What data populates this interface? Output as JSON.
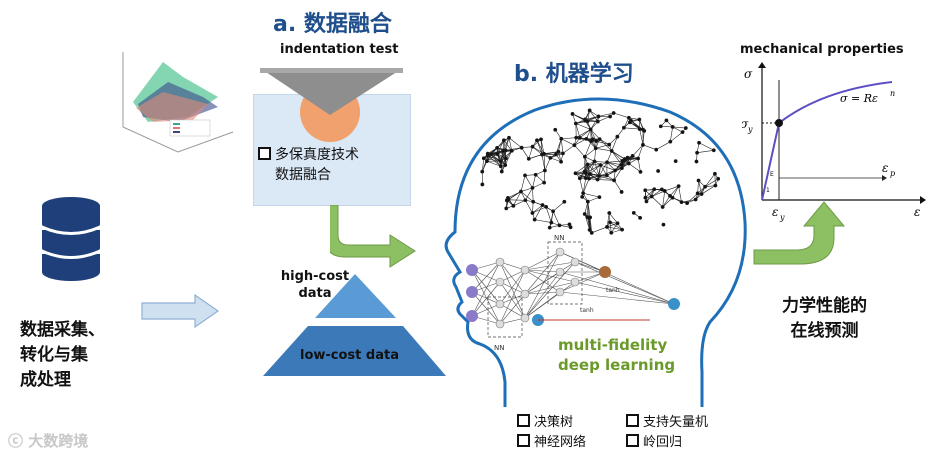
{
  "section_a": {
    "title": "a. 数据融合",
    "indentation_label": "indentation test",
    "checkbox_line1": "多保真度技术",
    "checkbox_line2": "数据融合"
  },
  "section_b": {
    "title": "b. 机器学习",
    "green_line1": "multi-fidelity",
    "green_line2": "deep learning",
    "nn_top": "NN",
    "nn_left": "NN",
    "tanh_top": "tanh",
    "tanh_mid": "tanh"
  },
  "data_collection": {
    "line1": "数据采集、",
    "line2": "转化与集",
    "line3": "成处理"
  },
  "pyramid": {
    "top_line1": "high-cost",
    "top_line2": "data",
    "bottom": "low-cost data"
  },
  "mech": {
    "title": "mechanical properties",
    "sigma_axis": "σ",
    "sigma_y": "σ",
    "sigma_y_sub": "y",
    "formula": "σ = Rε",
    "formula_sup": "n",
    "eps_p": "ε",
    "eps_p_sub": "p",
    "eps_y": "ε",
    "eps_y_sub": "y",
    "eps_axis": "ε",
    "slope_e": "E",
    "slope_1": "1"
  },
  "prediction": {
    "line1": "力学性能的",
    "line2": "在线预测"
  },
  "methods": [
    "决策树",
    "支持矢量机",
    "神经网络",
    "岭回归"
  ],
  "watermark": "大数跨境",
  "colors": {
    "accent_blue": "#1f4e8c",
    "arrow_green": "#8cc063",
    "light_blue_panel": "#dbe8f5",
    "pyramid_blue": "#3b79b8",
    "pyramid_blue_light": "#5a9bd5",
    "indenter_gray": "#8e8e8e",
    "specimen_orange": "#f0a16e"
  }
}
